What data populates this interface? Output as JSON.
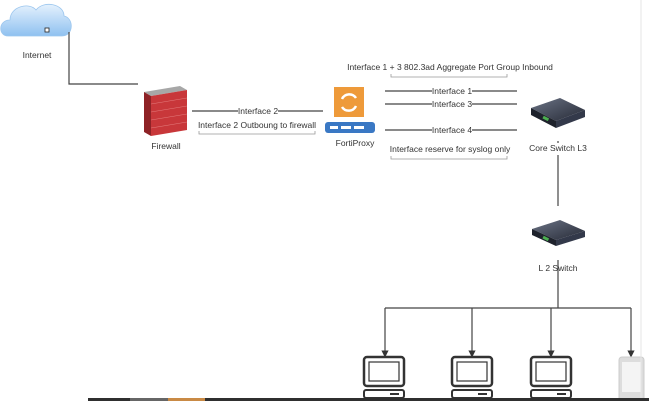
{
  "nodes": {
    "internet": "Internet",
    "firewall": "Firewall",
    "fortiproxy": "FortiProxy",
    "core_switch": "Core Switch L3",
    "l2_switch": "L 2 Switch"
  },
  "edges": {
    "interface2": "Interface 2",
    "interface1": "Interface 1",
    "interface3": "Interface 3",
    "interface4": "Interface 4"
  },
  "notes": {
    "outbound": "Interface 2 Outboung to firewall",
    "aggregate": "Interface 1 + 3 802.3ad Aggregate Port Group Inbound",
    "syslog": "Interface reserve for syslog only"
  },
  "colors": {
    "fortiproxy_orange": "#ee9a3a",
    "fortiproxy_blue": "#3a78c4",
    "firewall_red": "#c8373a",
    "cloud_blue": "#a9d0f5"
  }
}
